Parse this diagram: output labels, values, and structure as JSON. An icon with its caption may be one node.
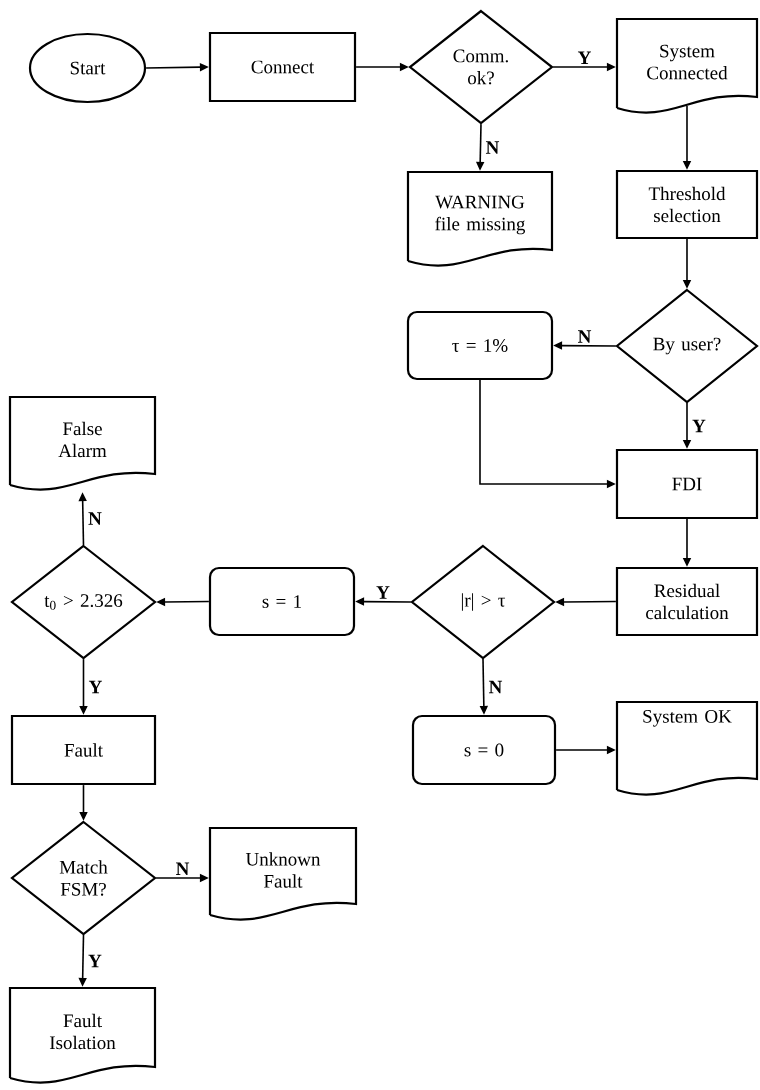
{
  "diagram": {
    "nodes": [
      {
        "text": [
          "Start"
        ]
      },
      {
        "text": [
          "Connect"
        ]
      },
      {
        "text": [
          "Comm. ok?"
        ]
      },
      {
        "text": [
          "System Connected"
        ]
      },
      {
        "text": [
          "WARNING file missing"
        ]
      },
      {
        "text": [
          "Threshold selection"
        ]
      },
      {
        "text": [
          "By user?"
        ]
      },
      {
        "text": [
          "τ = 1%"
        ]
      },
      {
        "text": [
          "False Alarm"
        ]
      },
      {
        "text": [
          "FDI"
        ]
      },
      {
        "text": [
          "t$_{0}$ > 2.326"
        ]
      },
      {
        "text": [
          "s = 1"
        ]
      },
      {
        "text": [
          "|r| > τ"
        ]
      },
      {
        "text": [
          "Residual calculation"
        ]
      },
      {
        "text": [
          "Fault"
        ]
      },
      {
        "text": [
          "s = 0"
        ]
      },
      {
        "text": [
          "System OK"
        ]
      },
      {
        "text": [
          "Match FSM?"
        ]
      },
      {
        "text": [
          "Unknown Fault"
        ]
      },
      {
        "text": [
          "Fault Isolation"
        ]
      }
    ],
    "edges": [
      {
        "from": 0,
        "to": 1,
        "arrow": "to"
      },
      {
        "from": 1,
        "to": 2,
        "arrow": "to"
      },
      {
        "from": 2,
        "to": 3,
        "arrow": "to",
        "label": "Y"
      },
      {
        "from": 2,
        "to": 4,
        "arrow": "to",
        "label": "N"
      },
      {
        "from": 3,
        "to": 5,
        "arrow": "to"
      },
      {
        "from": 5,
        "to": 6,
        "arrow": "to"
      },
      {
        "from": 6,
        "to": 7,
        "arrow": "to",
        "label": "N"
      },
      {
        "from": 6,
        "to": 9,
        "arrow": "to",
        "label": "Y"
      },
      {
        "from": 7,
        "to": 9,
        "arrow": "to"
      },
      {
        "from": 9,
        "to": 13,
        "arrow": "to"
      },
      {
        "from": 13,
        "to": 12,
        "arrow": "to"
      },
      {
        "from": 12,
        "to": 11,
        "arrow": "to",
        "label": "Y"
      },
      {
        "from": 11,
        "to": 10,
        "arrow": "to"
      },
      {
        "from": 10,
        "to": 8,
        "arrow": "to",
        "label": "N"
      },
      {
        "from": 10,
        "to": 14,
        "arrow": "to",
        "label": "Y"
      },
      {
        "from": 12,
        "to": 15,
        "arrow": "to",
        "label": "N"
      },
      {
        "from": 15,
        "to": 16,
        "arrow": "to"
      },
      {
        "from": 14,
        "to": 17,
        "arrow": "to"
      },
      {
        "from": 17,
        "to": 18,
        "arrow": "to",
        "label": "N"
      },
      {
        "from": 17,
        "to": 19,
        "arrow": "to",
        "label": "Y"
      }
    ]
  }
}
